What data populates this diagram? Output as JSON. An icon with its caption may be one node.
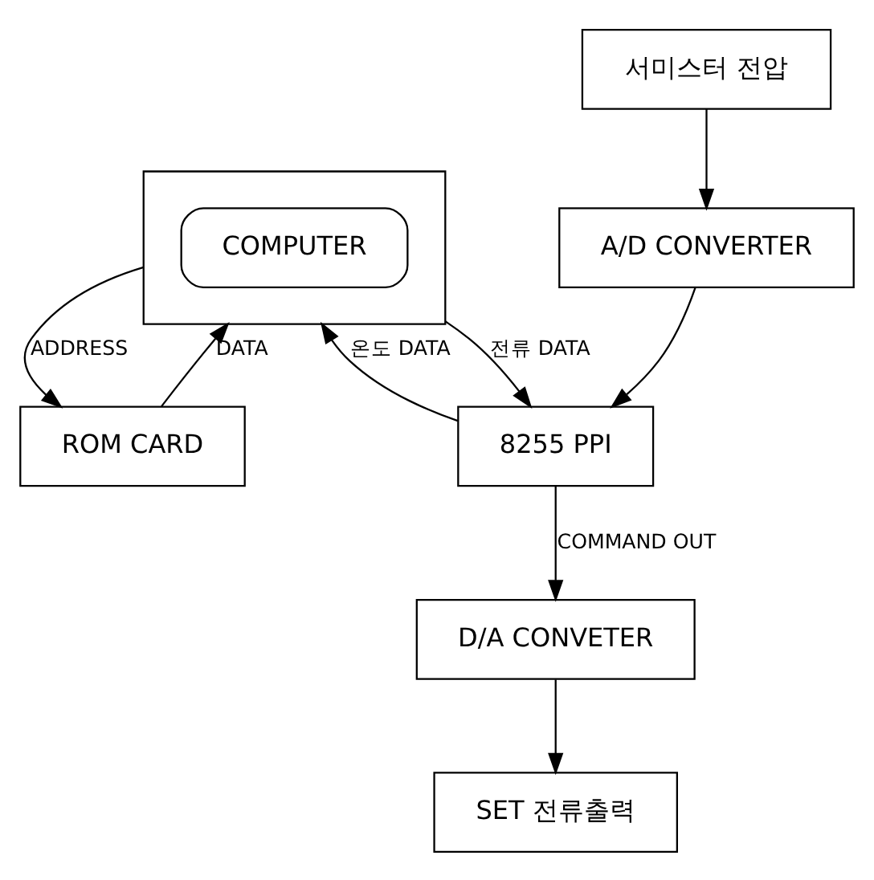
{
  "diagram": {
    "nodes": [
      {
        "text": [],
        "shape": "box"
      },
      {
        "text": [
          "COMPUTER"
        ],
        "in": 0
      },
      {
        "text": [
          "8255 PPI"
        ]
      },
      {
        "text": [
          "D/A CONVETER"
        ]
      },
      {
        "text": [
          "SET 전류출력"
        ]
      },
      {
        "text": [
          "A/D CONVERTER"
        ]
      },
      {
        "text": [
          "ROM CARD"
        ]
      },
      {
        "text": [
          "서미스터 전압"
        ]
      }
    ],
    "edges": [
      {
        "from": 0,
        "to": 2,
        "arrow": "to",
        "label": "전류 DATA"
      },
      {
        "from": 2,
        "to": 0,
        "arrow": "to",
        "label": "온도 DATA"
      },
      {
        "from": 2,
        "to": 3,
        "arrow": "to",
        "label": "COMMAND OUT"
      },
      {
        "from": 3,
        "to": 4,
        "arrow": "to"
      },
      {
        "from": 5,
        "to": 2,
        "arrow": "to"
      },
      {
        "from": 7,
        "to": 5,
        "arrow": "to"
      },
      {
        "from": 0,
        "to": 6,
        "arrow": "to",
        "label": "ADDRESS"
      },
      {
        "from": 6,
        "to": 0,
        "arrow": "to",
        "label": "DATA"
      }
    ]
  }
}
